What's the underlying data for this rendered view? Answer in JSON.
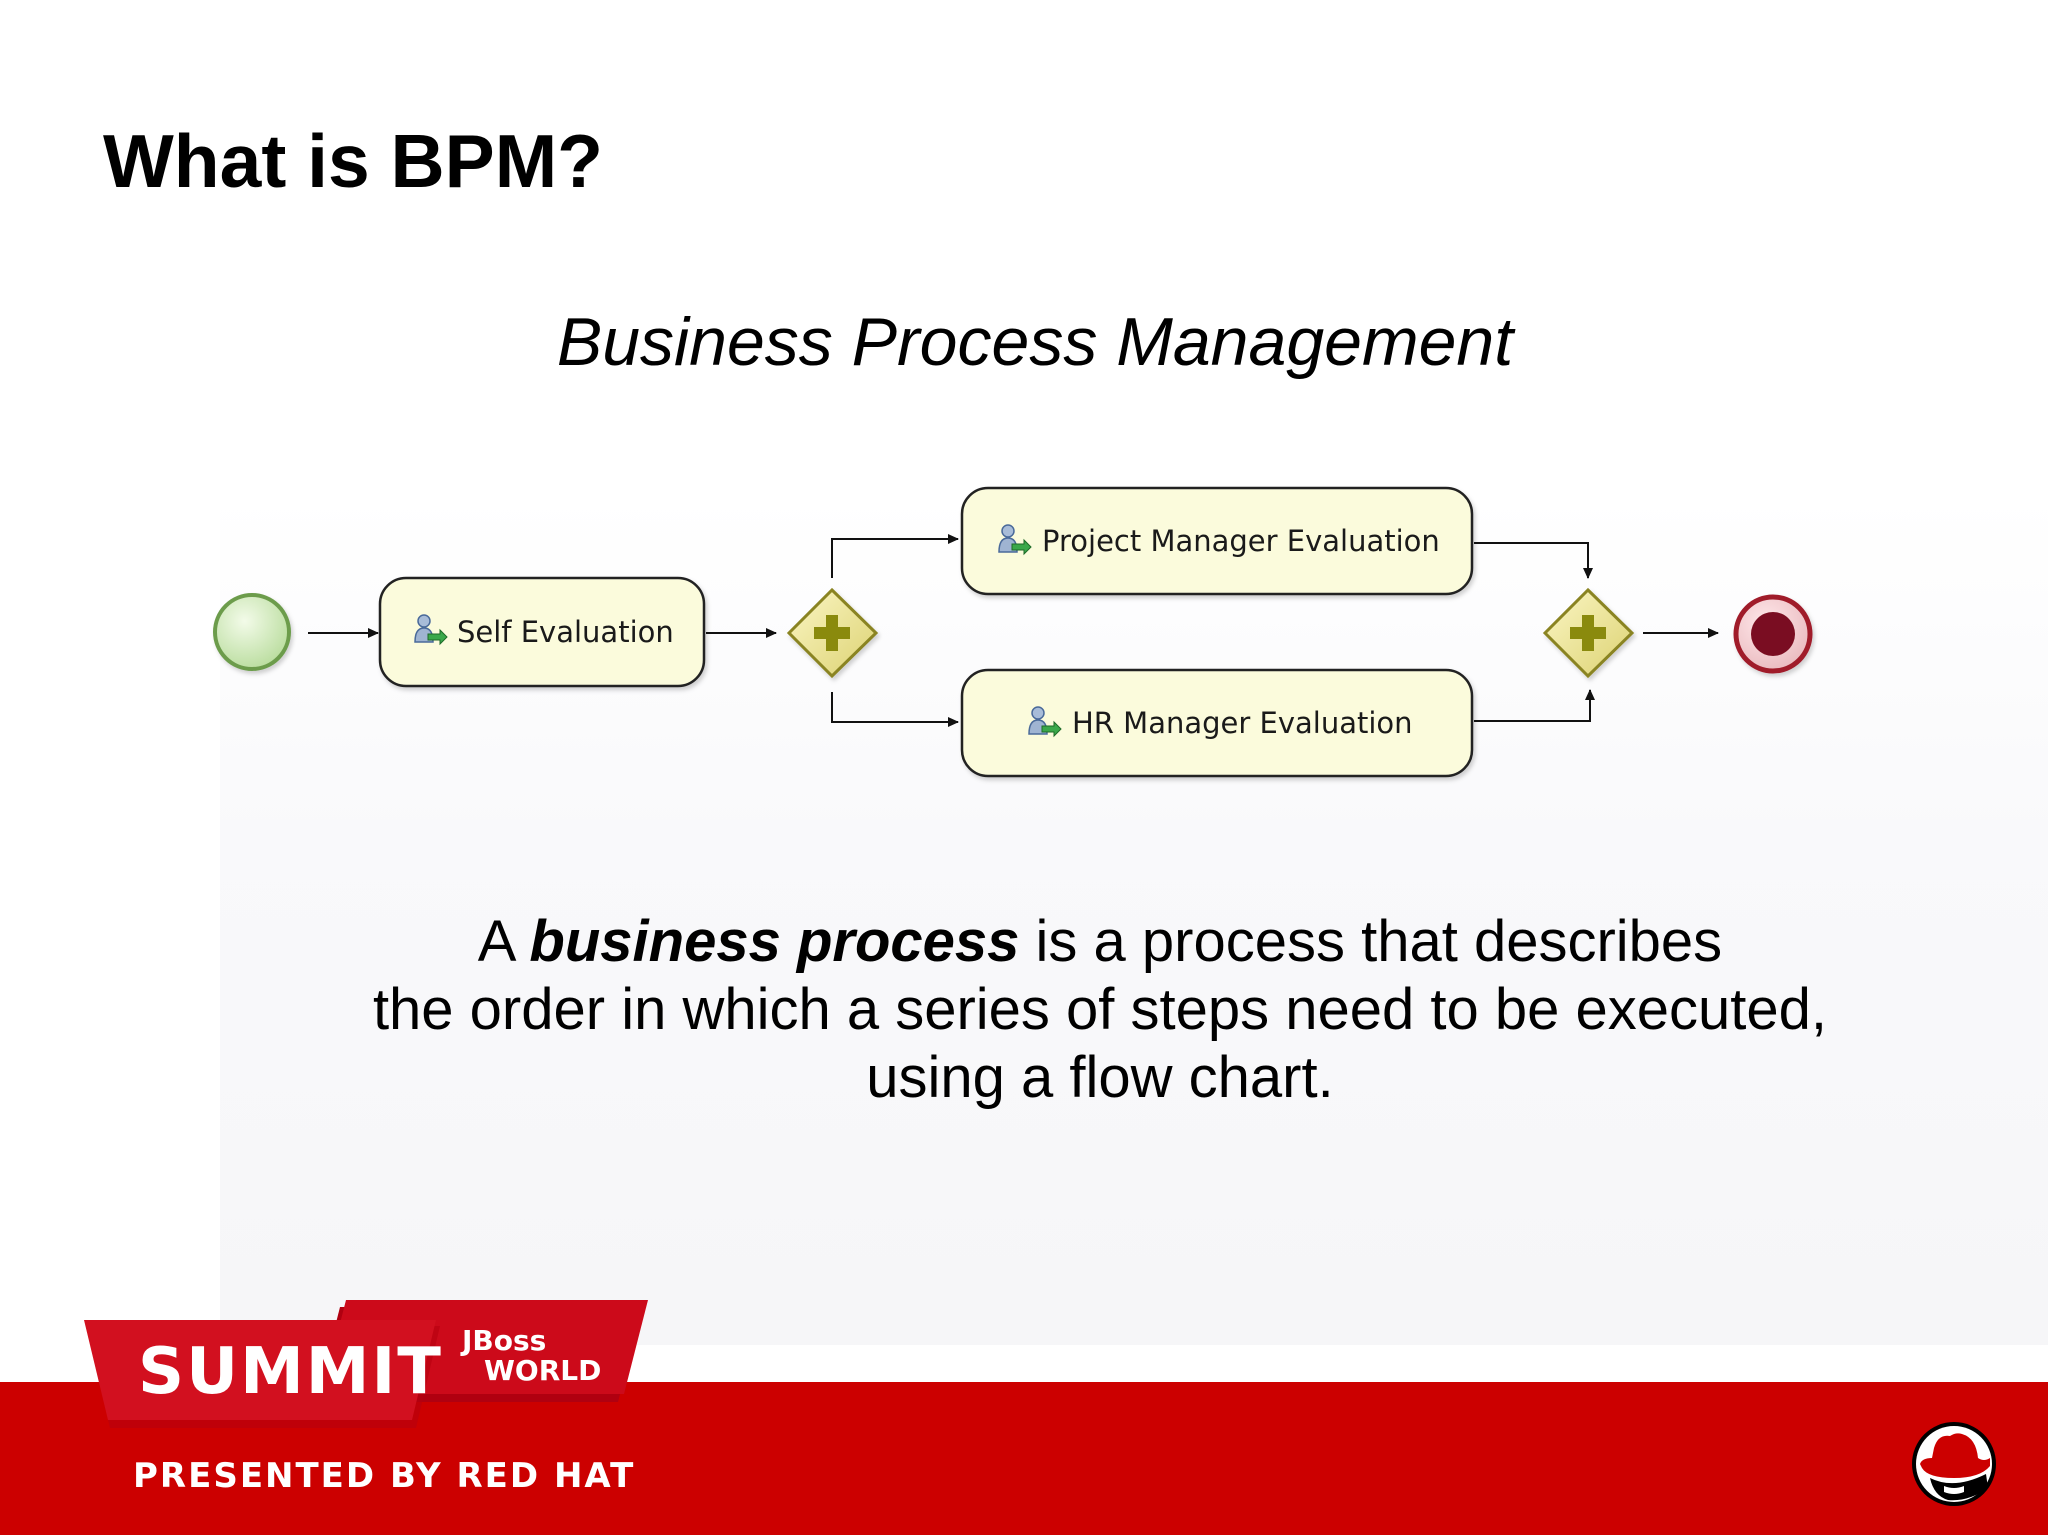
{
  "slide": {
    "title": "What is BPM?",
    "subtitle": "Business Process Management"
  },
  "diagram": {
    "tasks": {
      "self_evaluation": "Self Evaluation",
      "project_manager_evaluation": "Project Manager Evaluation",
      "hr_manager_evaluation": "HR Manager Evaluation"
    },
    "icons": {
      "start": "start-event-icon",
      "task": "user-task-icon",
      "gateway": "parallel-gateway-icon",
      "end": "end-event-icon"
    },
    "colors": {
      "task_fill": "#fbfbdc",
      "gateway_fill": "#e8e08a",
      "gateway_plus": "#8a8a10",
      "start_fill": "#c9e8b4",
      "end_fill": "#7a1020"
    }
  },
  "definition": {
    "part1": "A ",
    "emphasis": "business process",
    "part2": " is a process that describes",
    "line2": "the order in which a series of steps need to be executed,",
    "line3": "using a flow chart."
  },
  "footer": {
    "brand_summit": "SUMMIT",
    "brand_jboss": "JBoss",
    "brand_world": "WORLD",
    "presented_by": "PRESENTED BY RED HAT",
    "band_color": "#cc0000",
    "logo": "red-hat-shadowman-logo"
  }
}
